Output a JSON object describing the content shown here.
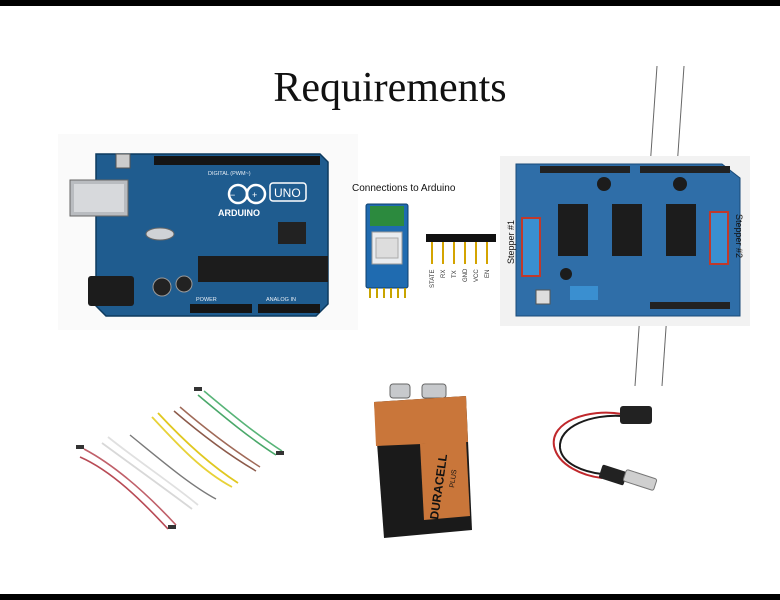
{
  "slide": {
    "title": "Requirements"
  },
  "images": {
    "arduino": {
      "brand": "ARDUINO",
      "model": "UNO",
      "header_top": "DIGITAL (PWM~)",
      "header_bottom_left": "POWER",
      "header_bottom_right": "ANALOG IN"
    },
    "bluetooth": {
      "caption": "Connections to Arduino",
      "pins": [
        "STATE",
        "RX",
        "TX",
        "GND",
        "VCC",
        "EN"
      ]
    },
    "motor_shield": {
      "label_left": "Stepper #1",
      "label_right": "Stepper #2"
    },
    "battery": {
      "brand": "DURACELL",
      "sub": "PLUS"
    }
  },
  "colors": {
    "board_blue": "#1f5c8f",
    "shield_blue": "#2f6ea8",
    "battery_copper": "#c9763a",
    "battery_black": "#1a1a1a"
  }
}
